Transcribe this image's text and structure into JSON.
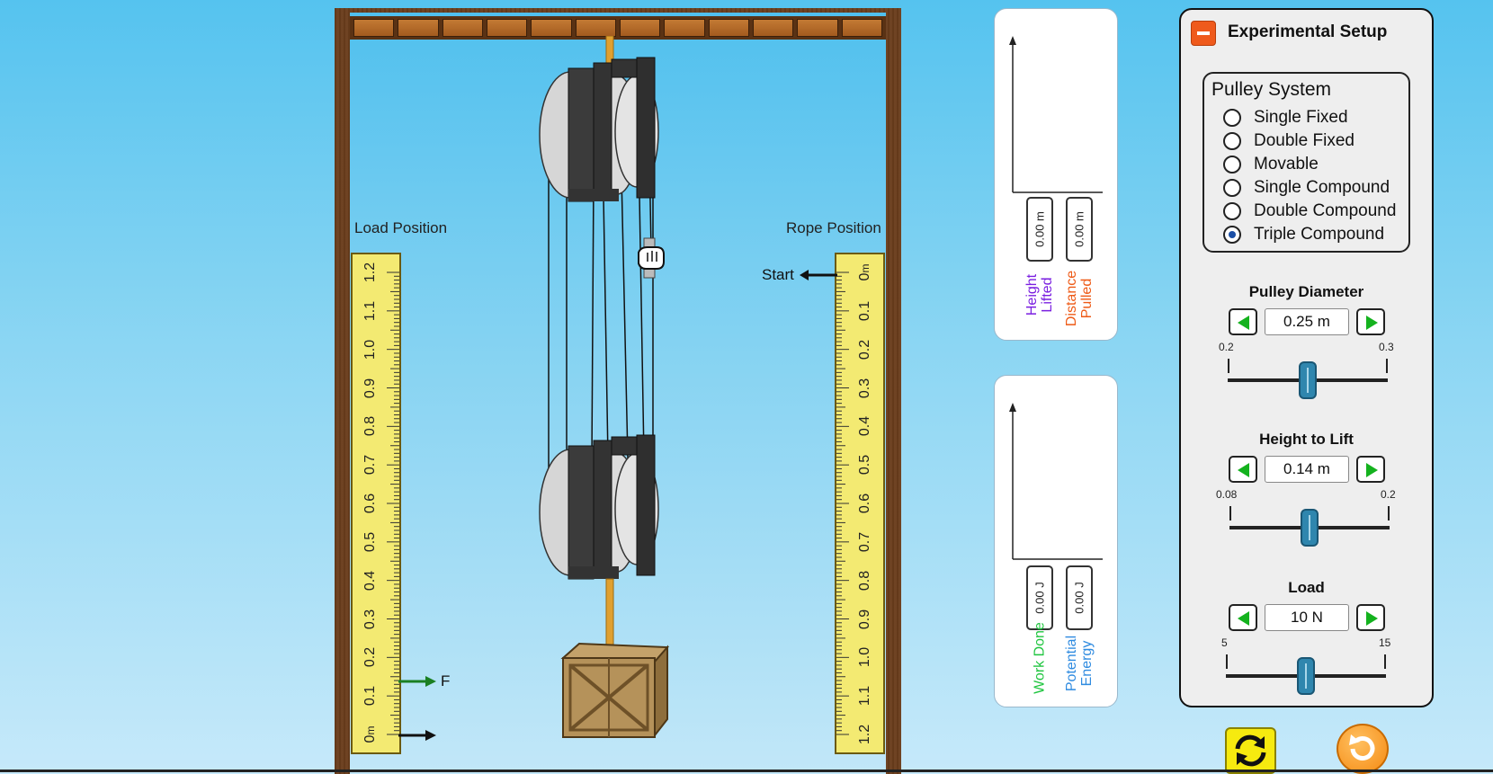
{
  "sim": {
    "load_position_title": "Load Position",
    "rope_position_title": "Rope Position",
    "start_label": "Start",
    "force_label": "F",
    "unit": "m",
    "left_ticks": [
      "1.2",
      "1.1",
      "1.0",
      "0.9",
      "0.8",
      "0.7",
      "0.6",
      "0.5",
      "0.4",
      "0.3",
      "0.2",
      "0.1",
      "0"
    ],
    "right_ticks": [
      "0",
      "0.1",
      "0.2",
      "0.3",
      "0.4",
      "0.5",
      "0.6",
      "0.7",
      "0.8",
      "0.9",
      "1.0",
      "1.1",
      "1.2"
    ]
  },
  "graph_distance": {
    "height_value": "0.00 m",
    "distance_value": "0.00 m",
    "height_label": "Height Lifted",
    "distance_label": "Distance Pulled",
    "height_color": "#7a1fe0",
    "distance_color": "#ee5a16"
  },
  "graph_energy": {
    "work_value": "0.00 J",
    "energy_value": "0.00 J",
    "work_label": "Work Done",
    "energy_label": "Potential Energy",
    "work_color": "#1fc53f",
    "energy_color": "#2f8be0"
  },
  "panel": {
    "title": "Experimental Setup",
    "pulley_system": {
      "title": "Pulley System",
      "options": [
        "Single Fixed",
        "Double Fixed",
        "Movable",
        "Single Compound",
        "Double Compound",
        "Triple Compound"
      ],
      "selected": "Triple Compound"
    },
    "pulley_diameter": {
      "title": "Pulley Diameter",
      "value": "0.25 m",
      "min": "0.2",
      "max": "0.3",
      "fraction": 0.5
    },
    "height_to_lift": {
      "title": "Height to Lift",
      "value": "0.14 m",
      "min": "0.08",
      "max": "0.2",
      "fraction": 0.5
    },
    "load": {
      "title": "Load",
      "value": "10 N",
      "min": "5",
      "max": "15",
      "fraction": 0.5
    }
  },
  "icons": {
    "collapse": "minus-icon",
    "reset": "cycle-arrows-icon",
    "refresh": "refresh-icon",
    "hand": "grab-hand-icon"
  }
}
